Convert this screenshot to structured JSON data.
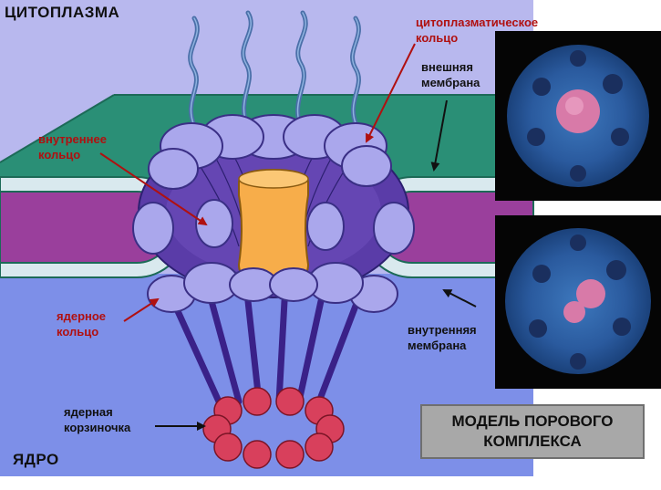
{
  "regions": {
    "cytoplasm": "ЦИТОПЛАЗМА",
    "nucleus": "ЯДРО"
  },
  "labels": {
    "cytoplasmic_ring": [
      "цитоплазматическое",
      "кольцо"
    ],
    "outer_membrane": [
      "внешняя",
      "мембрана"
    ],
    "inner_ring": [
      "внутреннее",
      "кольцо"
    ],
    "nuclear_ring": [
      "ядерное",
      "кольцо"
    ],
    "inner_membrane": [
      "внутренняя",
      "мембрана"
    ],
    "nuclear_basket": [
      "ядерная",
      "корзиночка"
    ]
  },
  "title": [
    "МОДЕЛЬ ПОРОВОГО",
    "КОМПЛЕКСА"
  ],
  "colors": {
    "cytoplasm_bg": "#b8b8ee",
    "nucleus_bg": "#7d8fe8",
    "membrane_green": "#2a8f76",
    "lumen_magenta": "#9a3f9c",
    "ring_lavender": "#aaa7ec",
    "central_plug": "#f7ad4a",
    "basket_red": "#d8405c",
    "label_red": "#b01010"
  }
}
